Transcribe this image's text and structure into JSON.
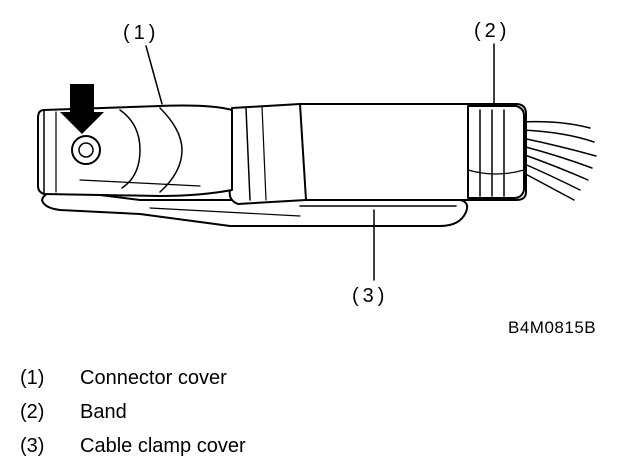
{
  "figure": {
    "callouts": {
      "c1": "(1)",
      "c2": "(2)",
      "c3": "(3)"
    },
    "figure_code": "B4M0815B",
    "icon": "connector-harness-illustration"
  },
  "legend": [
    {
      "num": "(1)",
      "label": "Connector cover"
    },
    {
      "num": "(2)",
      "label": "Band"
    },
    {
      "num": "(3)",
      "label": "Cable clamp cover"
    }
  ]
}
